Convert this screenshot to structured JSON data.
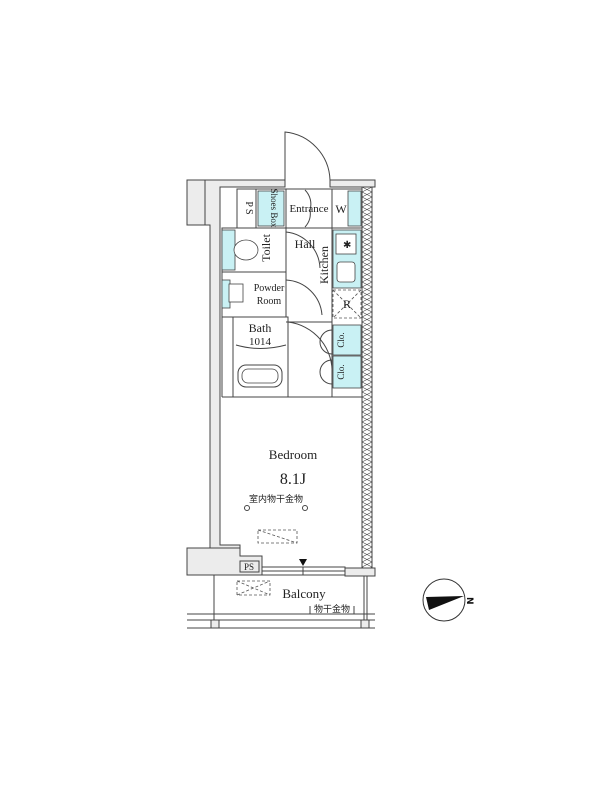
{
  "floor_plan": {
    "rooms": {
      "ps_top": "P S",
      "shoes_box": "Shoes Box",
      "entrance": "Entrance",
      "w": "W",
      "toilet": "Toilet",
      "hall": "Hall",
      "kitchen": "Kitchen",
      "powder_room_1": "Powder",
      "powder_room_2": "Room",
      "refrigerator": "R",
      "bath": "Bath",
      "bath_size": "1014",
      "closet_1": "Clo.",
      "closet_2": "Clo.",
      "bedroom": "Bedroom",
      "bedroom_size": "8.1J",
      "indoor_drying_hardware": "室内物干金物",
      "ps_bottom": "PS",
      "balcony": "Balcony",
      "drying_hardware": "物干金物"
    },
    "compass": {
      "label": "N"
    },
    "colors": {
      "fixture": "#c9f1f4",
      "wall": "#ececec",
      "line": "#444444"
    }
  }
}
